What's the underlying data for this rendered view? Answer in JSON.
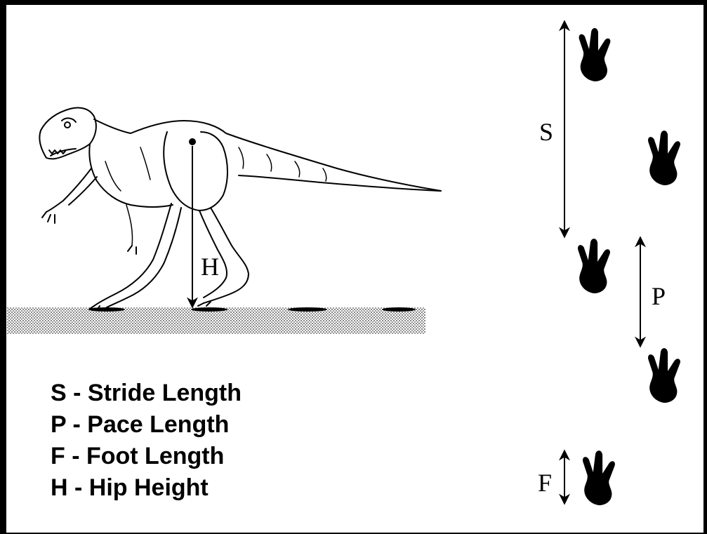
{
  "labels": {
    "hip": "H",
    "stride": "S",
    "pace": "P",
    "foot": "F"
  },
  "legend": [
    {
      "key": "S",
      "text": "S - Stride Length"
    },
    {
      "key": "P",
      "text": "P - Pace Length"
    },
    {
      "key": "F",
      "text": "F - Foot Length"
    },
    {
      "key": "H",
      "text": "H - Hip Height"
    }
  ],
  "icons": {
    "dinosaur": "theropod-dinosaur-icon",
    "footprint": "three-toed-footprint-icon"
  },
  "colors": {
    "ink": "#000000",
    "ground": "#c8c8c8",
    "background": "#ffffff"
  }
}
